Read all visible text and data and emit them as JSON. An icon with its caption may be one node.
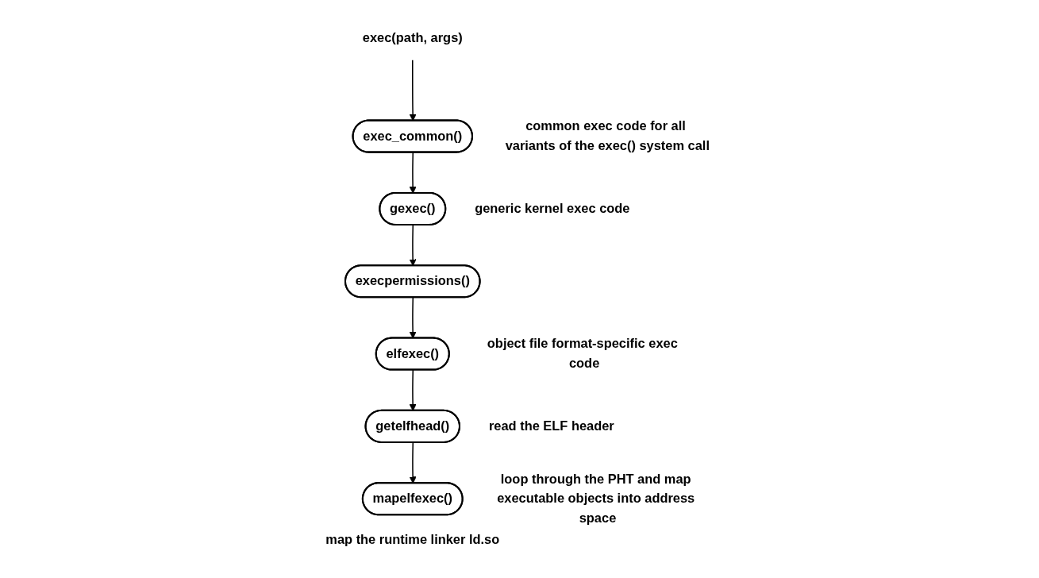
{
  "diagram": {
    "nodes": [
      {
        "text": [
          "exec(path, args)"
        ]
      },
      {
        "text": [
          "exec_common()"
        ],
        "beside": [
          "common exec code for all variants of the exec() system call"
        ]
      },
      {
        "text": [
          "gexec()"
        ],
        "beside": [
          "generic kernel exec code"
        ]
      },
      {
        "text": [
          "execpermissions()"
        ]
      },
      {
        "text": [
          "elfexec()"
        ],
        "beside": [
          "object file format-specific exec code"
        ]
      },
      {
        "text": [
          "getelfhead()"
        ],
        "beside": [
          "read the ELF header"
        ]
      },
      {
        "text": [
          "mapelfexec()"
        ],
        "beside": [
          "loop through the PHT and map executable objects into address space",
          "map the runtime linker ld.so"
        ]
      }
    ],
    "edges": [
      {
        "from": 0,
        "to": 1,
        "arrow": "to"
      },
      {
        "from": 1,
        "to": 2,
        "arrow": "to"
      },
      {
        "from": 2,
        "to": 3,
        "arrow": "to"
      },
      {
        "from": 3,
        "to": 4,
        "arrow": "to"
      },
      {
        "from": 4,
        "to": 5,
        "arrow": "to"
      },
      {
        "from": 5,
        "to": 6,
        "arrow": "to"
      }
    ]
  }
}
